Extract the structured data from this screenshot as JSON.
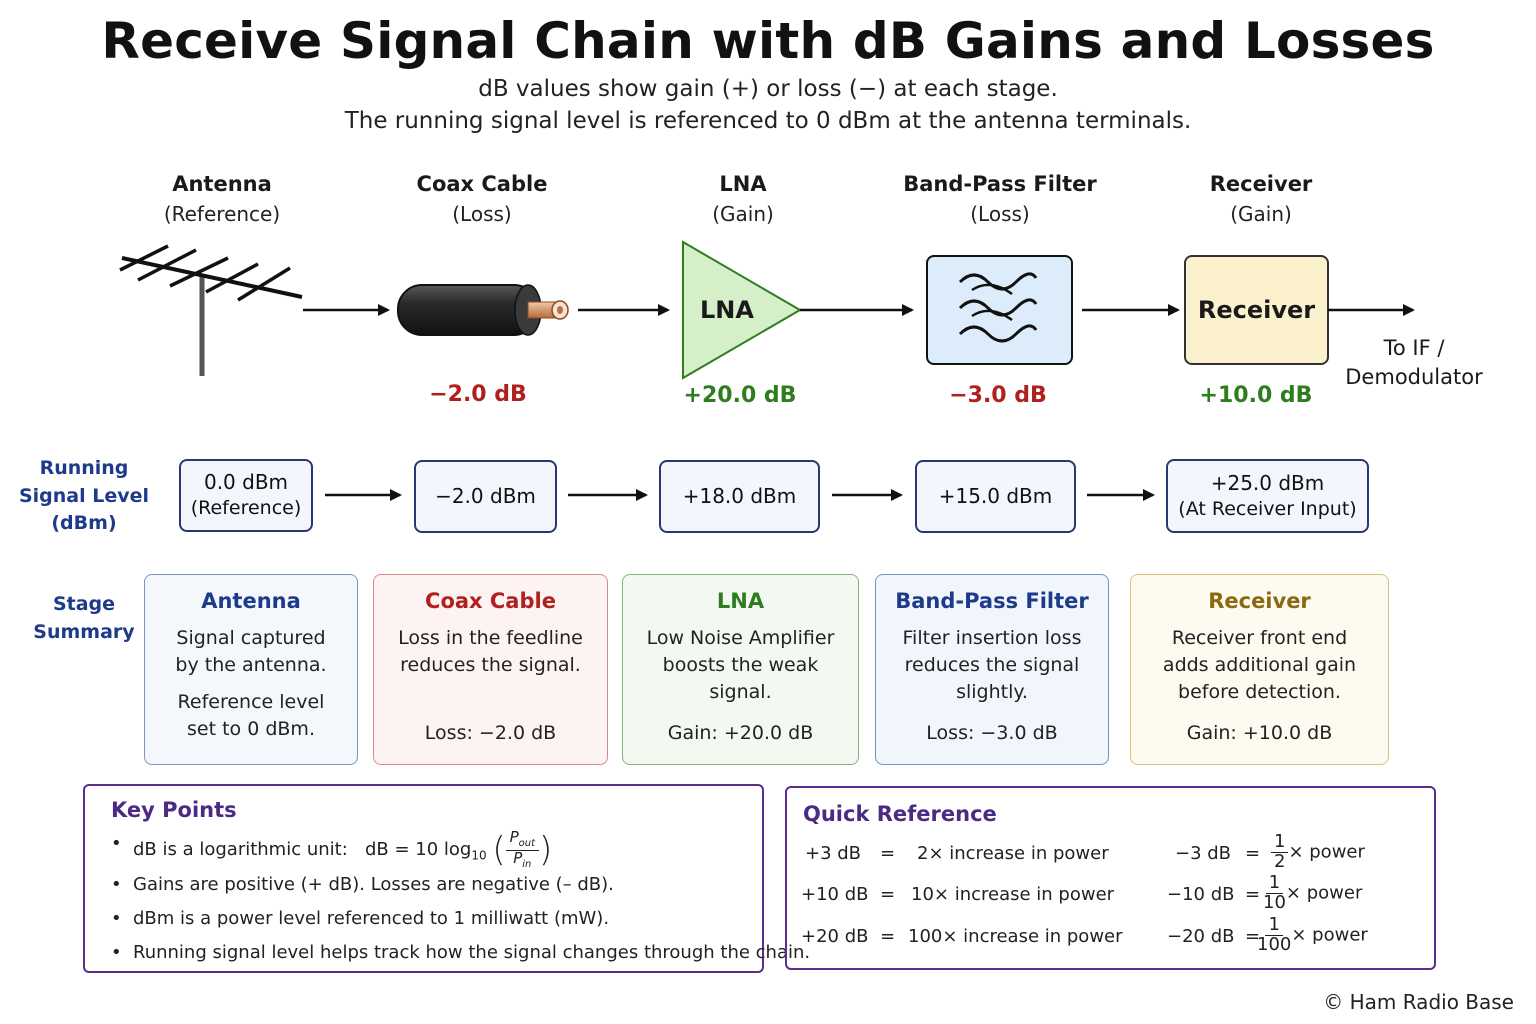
{
  "title": "Receive Signal Chain with dB Gains and Losses",
  "subtitle_line1": "dB values show gain (+) or loss (−) at each stage.",
  "subtitle_line2": "The running signal level is referenced to 0 dBm at the antenna terminals.",
  "stages": [
    {
      "name": "Antenna",
      "type": "(Reference)"
    },
    {
      "name": "Coax Cable",
      "type": "(Loss)"
    },
    {
      "name": "LNA",
      "type": "(Gain)"
    },
    {
      "name": "Band-Pass Filter",
      "type": "(Loss)"
    },
    {
      "name": "Receiver",
      "type": "(Gain)"
    }
  ],
  "blocks": {
    "lna_label": "LNA",
    "receiver_label": "Receiver"
  },
  "output_label_line1": "To IF /",
  "output_label_line2": "Demodulator",
  "gains": {
    "coax": "−2.0 dB",
    "lna": "+20.0 dB",
    "filter": "−3.0 dB",
    "receiver": "+10.0 dB"
  },
  "running_label": {
    "line1": "Running",
    "line2": "Signal Level",
    "line3": "(dBm)"
  },
  "levels": [
    {
      "value": "0.0 dBm",
      "note": "(Reference)"
    },
    {
      "value": "−2.0 dBm",
      "note": ""
    },
    {
      "value": "+18.0 dBm",
      "note": ""
    },
    {
      "value": "+15.0 dBm",
      "note": ""
    },
    {
      "value": "+25.0 dBm",
      "note": "(At Receiver Input)"
    }
  ],
  "summary_label": {
    "line1": "Stage",
    "line2": "Summary"
  },
  "summary": [
    {
      "title": "Antenna",
      "line1": "Signal captured",
      "line2": "by the antenna.",
      "line3": "Reference level",
      "line4": "set to 0 dBm.",
      "value": ""
    },
    {
      "title": "Coax Cable",
      "line1": "Loss in the feedline",
      "line2": "reduces the signal.",
      "line3": "",
      "line4": "",
      "value": "Loss: −2.0 dB"
    },
    {
      "title": "LNA",
      "line1": "Low Noise Amplifier",
      "line2": "boosts the weak",
      "line3": "signal.",
      "line4": "",
      "value": "Gain: +20.0 dB"
    },
    {
      "title": "Band-Pass Filter",
      "line1": "Filter insertion loss",
      "line2": "reduces the signal",
      "line3": "slightly.",
      "line4": "",
      "value": "Loss: −3.0 dB"
    },
    {
      "title": "Receiver",
      "line1": "Receiver front end",
      "line2": "adds additional gain",
      "line3": "before detection.",
      "line4": "",
      "value": "Gain: +10.0 dB"
    }
  ],
  "colors": {
    "antenna": "#1e3a8a",
    "coax": "#b0201e",
    "lna": "#2e7d1f",
    "filter": "#1e3a8a",
    "receiver": "#8a6a10",
    "antenna_bg": "#f4f7fc",
    "coax_bg": "#fdf3f2",
    "lna_bg": "#f3f9f1",
    "filter_bg": "#f1f6fd",
    "receiver_bg": "#fdfaf0",
    "antenna_border": "#7c95c4",
    "coax_border": "#d98a86",
    "lna_border": "#7fb779",
    "filter_border": "#6c95cf",
    "receiver_border": "#d9c27a"
  },
  "key_points": {
    "title": "Key Points",
    "p1_text": "dB is a logarithmic unit:",
    "p1_formula": "dB = 10 log",
    "p1_sub": "10",
    "p1_num": "P",
    "p1_num_sub": "out",
    "p1_den": "P",
    "p1_den_sub": "in",
    "p2": "Gains are positive (+ dB).  Losses are negative (– dB).",
    "p3": "dBm is a power level referenced to 1 milliwatt (mW).",
    "p4": "Running signal level helps track how the signal changes through the chain."
  },
  "quick_ref": {
    "title": "Quick Reference",
    "rows": [
      {
        "left_db": "+3 dB",
        "left_desc": "2× increase in power",
        "right_db": "−3 dB",
        "num": "1",
        "den": "2",
        "suffix": "× power"
      },
      {
        "left_db": "+10 dB",
        "left_desc": "10× increase in power",
        "right_db": "−10 dB",
        "num": "1",
        "den": "10",
        "suffix": "× power"
      },
      {
        "left_db": "+20 dB",
        "left_desc": "100× increase in power",
        "right_db": "−20 dB",
        "num": "1",
        "den": "100",
        "suffix": "× power"
      }
    ],
    "equals": "="
  },
  "footer": "© Ham Radio Base"
}
